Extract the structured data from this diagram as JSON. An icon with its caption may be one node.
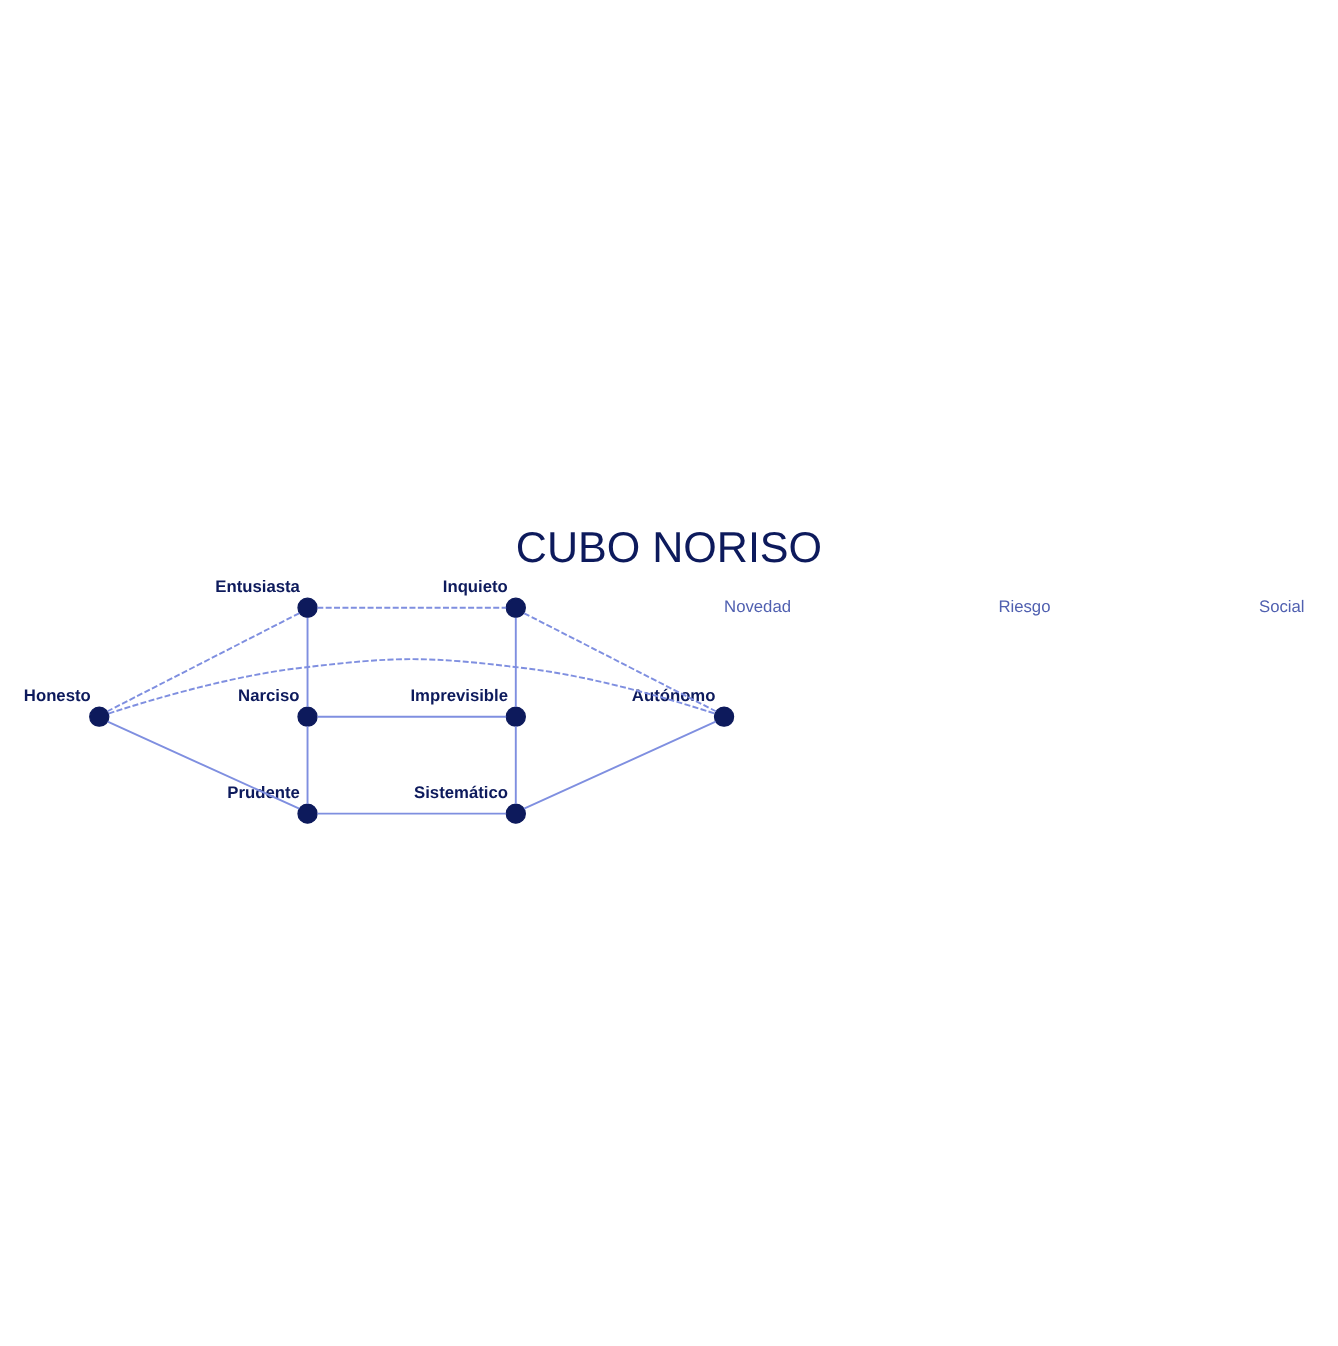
{
  "diagram": {
    "title": "CUBO NORISO",
    "nodes": [
      {
        "text": [],
        "shape": "circle",
        "beside": [
          "Entusiasta"
        ]
      },
      {
        "text": [],
        "shape": "circle",
        "beside": [
          "Inquieto"
        ]
      },
      {
        "text": [],
        "shape": "circle",
        "beside": [
          "Narciso"
        ]
      },
      {
        "text": [],
        "shape": "circle",
        "beside": [
          "Imprevisible"
        ]
      },
      {
        "text": [],
        "shape": "circle",
        "beside": [
          "Honesto"
        ]
      },
      {
        "text": [],
        "shape": "circle",
        "beside": [
          "Autónomo"
        ]
      },
      {
        "text": [],
        "shape": "circle",
        "beside": [
          "Prudente"
        ]
      },
      {
        "text": [],
        "shape": "circle",
        "beside": [
          "Sistemático"
        ]
      }
    ],
    "edges": [
      {
        "from": 0,
        "to": 1,
        "arrow": "none",
        "style": "dashed"
      },
      {
        "from": 0,
        "to": 2,
        "arrow": "none"
      },
      {
        "from": 1,
        "to": 3,
        "arrow": "none"
      },
      {
        "from": 2,
        "to": 3,
        "arrow": "none"
      },
      {
        "from": 0,
        "to": 4,
        "arrow": "none",
        "style": "dashed"
      },
      {
        "from": 1,
        "to": 5,
        "arrow": "none",
        "style": "dashed"
      },
      {
        "from": 2,
        "to": 6,
        "arrow": "none"
      },
      {
        "from": 3,
        "to": 7,
        "arrow": "none"
      },
      {
        "from": 4,
        "to": 5,
        "arrow": "none",
        "style": "dashed"
      },
      {
        "from": 4,
        "to": 6,
        "arrow": "none"
      },
      {
        "from": 5,
        "to": 7,
        "arrow": "none"
      },
      {
        "from": 6,
        "to": 7,
        "arrow": "none"
      }
    ],
    "labels": [
      "Novedad",
      "Riesgo",
      "Social"
    ]
  }
}
